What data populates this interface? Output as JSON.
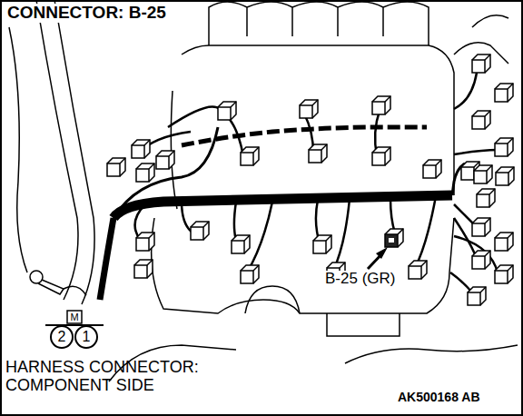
{
  "diagram": {
    "title": "CONNECTOR: B-25",
    "labels": [
      "B-25 (GR)",
      "M",
      "2",
      "1",
      "HARNESS CONNECTOR: COMPONENT SIDE",
      "AK500168 AB"
    ]
  }
}
